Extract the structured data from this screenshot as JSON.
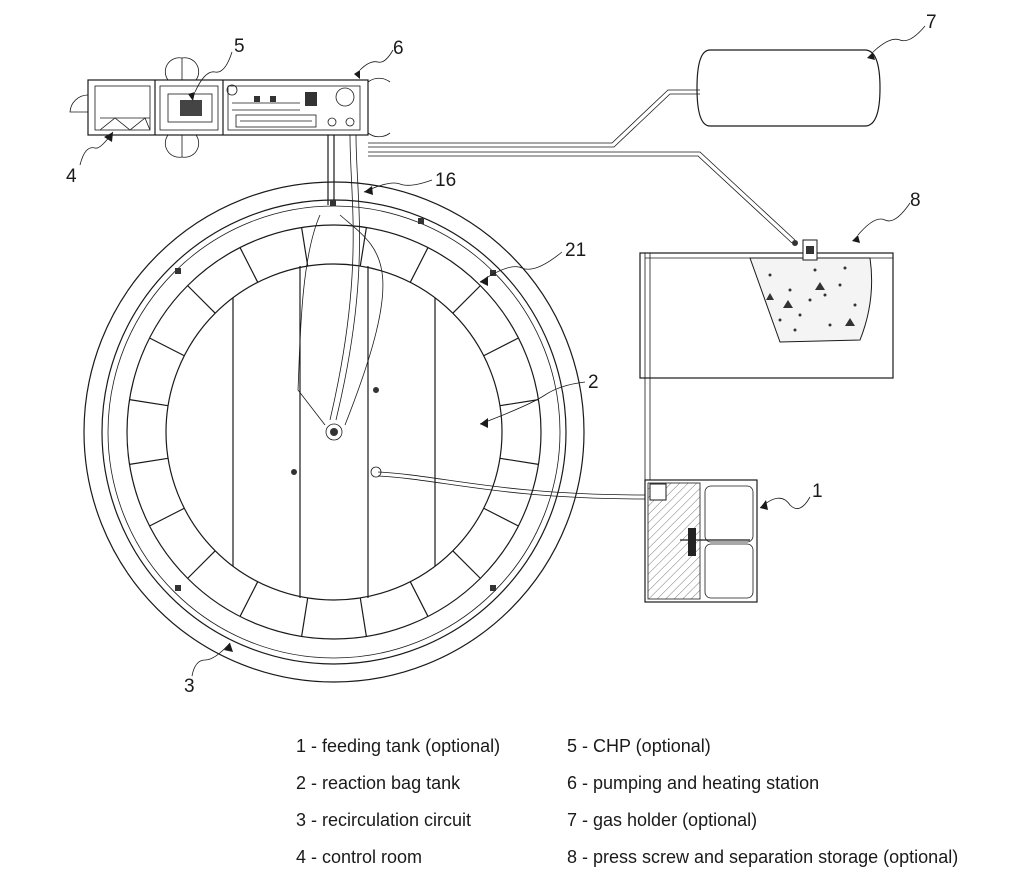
{
  "callouts": {
    "n1": "1",
    "n2": "2",
    "n3": "3",
    "n4": "4",
    "n5": "5",
    "n6": "6",
    "n7": "7",
    "n8": "8",
    "n16": "16",
    "n21": "21"
  },
  "legend": {
    "left": [
      "1 - feeding tank (optional)",
      "2 - reaction bag tank",
      "3 - recirculation circuit",
      "4 - control room"
    ],
    "right": [
      "5 - CHP (optional)",
      "6 - pumping and heating station",
      "7 - gas holder (optional)",
      "8 -  press screw and separation storage (optional)"
    ]
  }
}
